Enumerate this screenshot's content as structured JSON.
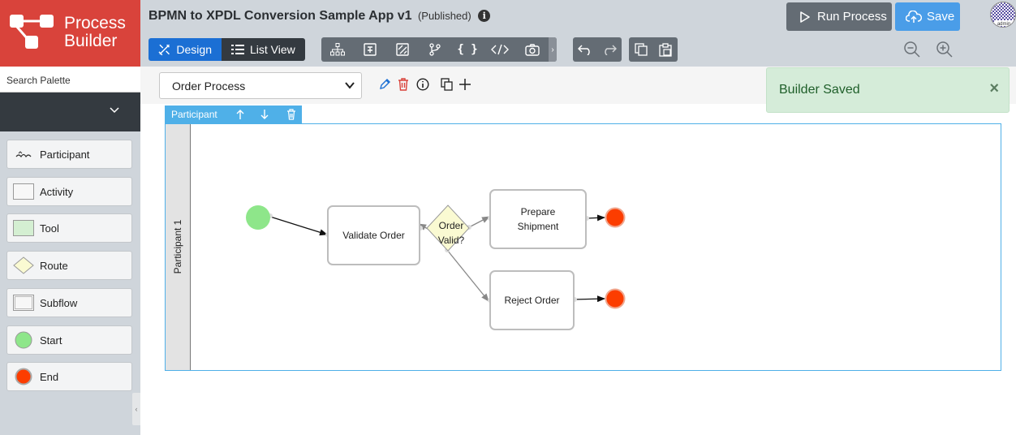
{
  "brand": {
    "title_line1": "Process",
    "title_line2": "Builder"
  },
  "header": {
    "app_title": "BPMN to XPDL Conversion Sample App v1",
    "status": "(Published)",
    "run_label": "Run Process",
    "save_label": "Save",
    "avatar_text": "admin"
  },
  "view_toggle": {
    "design": "Design",
    "list": "List View"
  },
  "sidebar": {
    "search_placeholder": "Search Palette",
    "palette": [
      {
        "label": "Participant",
        "icon": "participant-icon"
      },
      {
        "label": "Activity",
        "icon": "activity-icon"
      },
      {
        "label": "Tool",
        "icon": "tool-icon"
      },
      {
        "label": "Route",
        "icon": "route-icon"
      },
      {
        "label": "Subflow",
        "icon": "subflow-icon"
      },
      {
        "label": "Start",
        "icon": "start-icon"
      },
      {
        "label": "End",
        "icon": "end-icon"
      }
    ]
  },
  "canvas": {
    "process_selected": "Order Process",
    "lane_tab_label": "Participant",
    "lane_name": "Participant 1",
    "nodes": {
      "validate": "Validate Order",
      "route_line1": "Order",
      "route_line2": "Valid?",
      "prepare_line1": "Prepare",
      "prepare_line2": "Shipment",
      "reject": "Reject Order"
    }
  },
  "toast": {
    "message": "Builder Saved",
    "close": "×"
  },
  "colors": {
    "brand": "#d9433b",
    "design_active": "#1b6fd4",
    "save": "#4a9de8",
    "start_node": "#8ee68a",
    "end_node": "#fc3d00",
    "route_fill": "#fafad2",
    "lane_border": "#4fb0e8"
  }
}
